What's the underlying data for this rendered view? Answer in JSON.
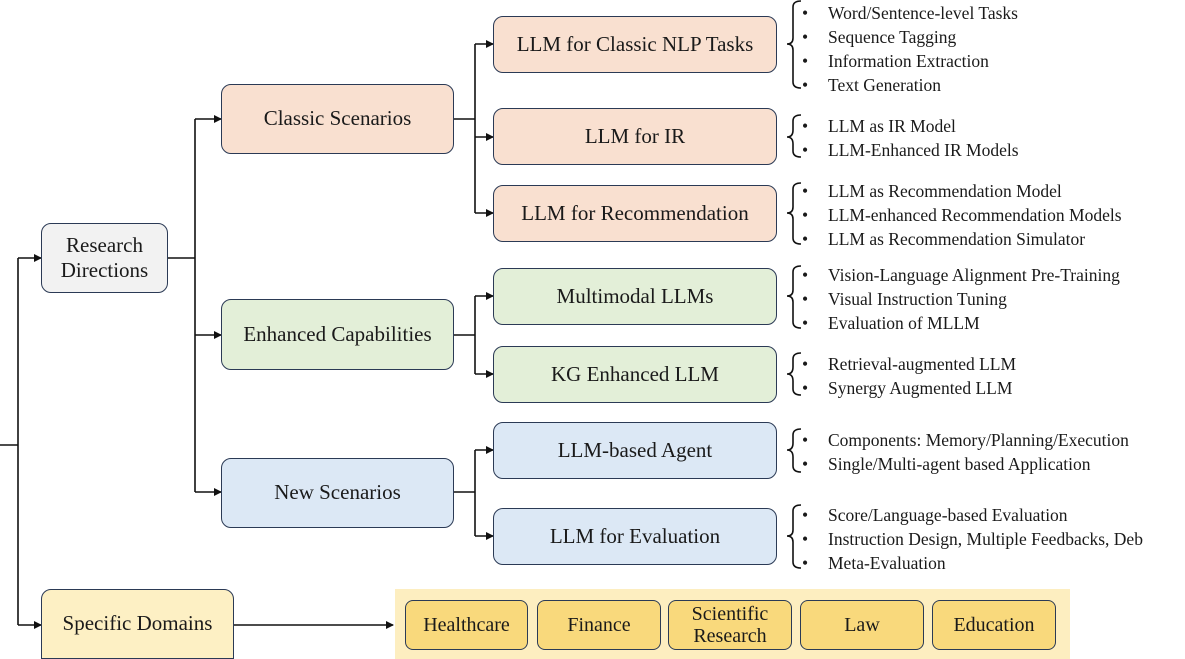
{
  "root": {
    "research_directions": "Research\nDirections",
    "specific_domains": "Specific Domains"
  },
  "categories": {
    "classic": "Classic Scenarios",
    "enhanced": "Enhanced Capabilities",
    "new": "New Scenarios"
  },
  "subtopics": {
    "nlp": {
      "label": "LLM for Classic NLP Tasks",
      "items": [
        "Word/Sentence-level Tasks",
        "Sequence Tagging",
        "Information Extraction",
        "Text Generation"
      ]
    },
    "ir": {
      "label": "LLM for IR",
      "items": [
        "LLM as IR Model",
        "LLM-Enhanced IR Models"
      ]
    },
    "rec": {
      "label": "LLM for Recommendation",
      "items": [
        "LLM as Recommendation Model",
        "LLM-enhanced Recommendation Models",
        "LLM as Recommendation Simulator"
      ]
    },
    "mm": {
      "label": "Multimodal LLMs",
      "items": [
        "Vision-Language Alignment Pre-Training",
        "Visual Instruction Tuning",
        "Evaluation of MLLM"
      ]
    },
    "kg": {
      "label": "KG Enhanced LLM",
      "items": [
        "Retrieval-augmented LLM",
        "Synergy Augmented LLM"
      ]
    },
    "agent": {
      "label": "LLM-based Agent",
      "items": [
        "Components: Memory/Planning/Execution",
        "Single/Multi-agent based Application"
      ]
    },
    "eval": {
      "label": "LLM for Evaluation",
      "items": [
        "Score/Language-based Evaluation",
        "Instruction Design, Multiple Feedbacks, Deb",
        "Meta-Evaluation"
      ]
    }
  },
  "domains": [
    "Healthcare",
    "Finance",
    "Scientific\nResearch",
    "Law",
    "Education"
  ],
  "colors": {
    "line": "#111111",
    "border": "#2b3a55",
    "gray_fill": "#f2f2f2",
    "orange_fill": "#f9e0d0",
    "green_fill": "#e3efd8",
    "blue_fill": "#dce8f5",
    "yellow_fill": "#fdf0c4",
    "domain_fill": "#f9d97c"
  }
}
